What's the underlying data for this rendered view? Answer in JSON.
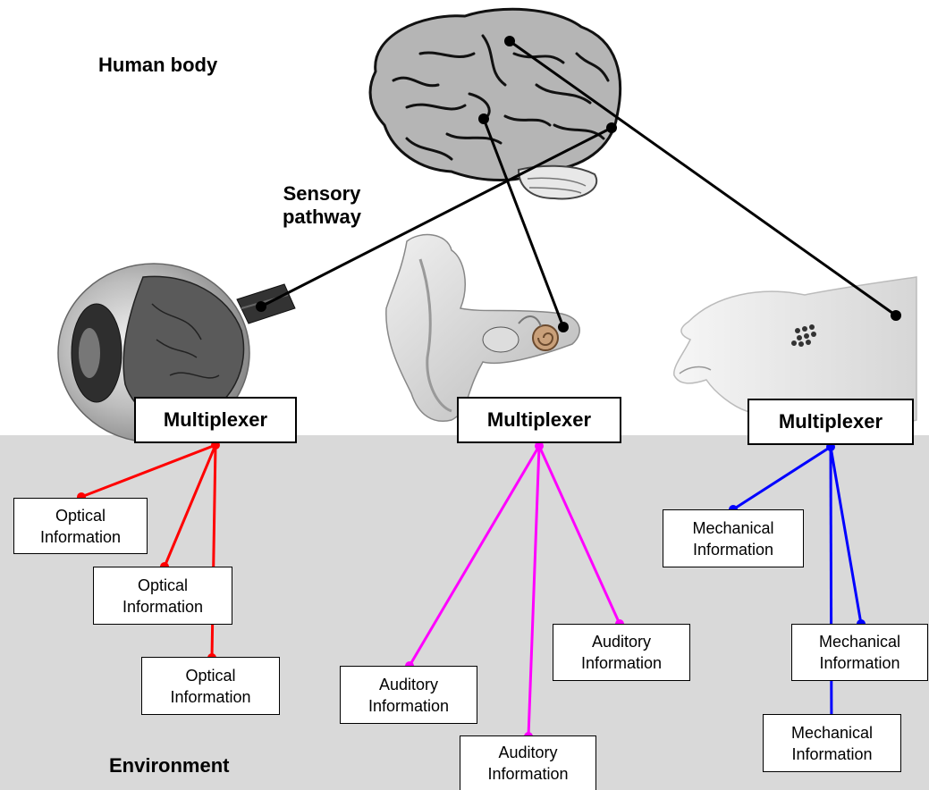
{
  "labels": {
    "human_body": "Human body",
    "sensory_pathway_line1": "Sensory",
    "sensory_pathway_line2": "pathway",
    "environment": "Environment"
  },
  "multiplexers": [
    {
      "label": "Multiplexer",
      "color": "#ff0000"
    },
    {
      "label": "Multiplexer",
      "color": "#ff00ff"
    },
    {
      "label": "Multiplexer",
      "color": "#0000ff"
    }
  ],
  "optical_boxes": [
    {
      "line1": "Optical",
      "line2": "Information"
    },
    {
      "line1": "Optical",
      "line2": "Information"
    },
    {
      "line1": "Optical",
      "line2": "Information"
    }
  ],
  "auditory_boxes": [
    {
      "line1": "Auditory",
      "line2": "Information"
    },
    {
      "line1": "Auditory",
      "line2": "Information"
    },
    {
      "line1": "Auditory",
      "line2": "Information"
    }
  ],
  "mechanical_boxes": [
    {
      "line1": "Mechanical",
      "line2": "Information"
    },
    {
      "line1": "Mechanical",
      "line2": "Information"
    },
    {
      "line1": "Mechanical",
      "line2": "Information"
    }
  ],
  "colors": {
    "optical": "#ff0000",
    "auditory": "#ff00ff",
    "mechanical": "#0000ff",
    "environment_bg": "#d9d9d9",
    "pathway": "#000000"
  }
}
